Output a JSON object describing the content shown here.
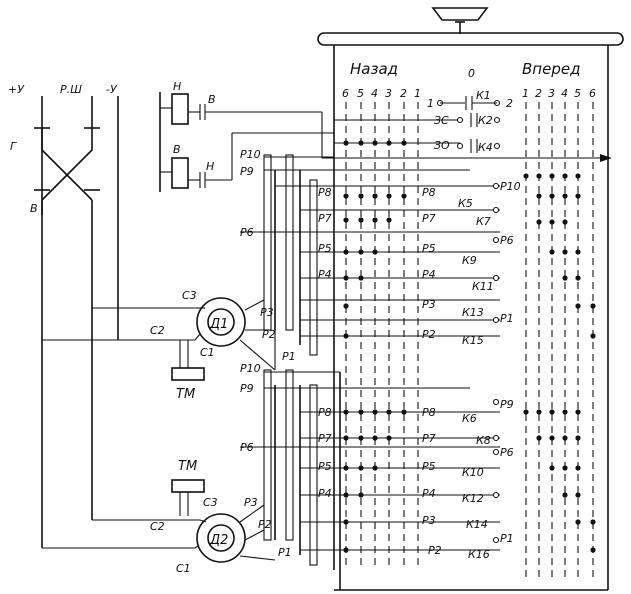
{
  "controller": {
    "back_title": "Назад",
    "forward_title": "Вперед",
    "back_positions": [
      "6",
      "5",
      "4",
      "3",
      "2",
      "1"
    ],
    "forward_positions": [
      "1",
      "2",
      "3",
      "4",
      "5",
      "6"
    ],
    "zero_label": "0",
    "switch_left": "1",
    "switch_right": "2",
    "rows_top": [
      "ЗС",
      "ЗО"
    ],
    "contactors_top": [
      "К1",
      "К2",
      "К4"
    ],
    "contactors_m1": [
      "К5",
      "К7",
      "К9",
      "К11",
      "К13",
      "К15"
    ],
    "contactors_m2": [
      "К6",
      "К8",
      "К10",
      "К12",
      "К14",
      "К16"
    ]
  },
  "lines": {
    "plus_label": "+У",
    "mid_label": "Р.Ш",
    "minus_label": "-У"
  },
  "relays": {
    "r_label": "Г",
    "v_label": "В",
    "coil_n": "Н",
    "coil_v": "В",
    "contact_n": "Н",
    "contact_b": "В"
  },
  "motor1": {
    "name": "Д1",
    "c1": "С1",
    "c2": "С2",
    "c3": "С3",
    "brake": "ТМ",
    "p1": "Р1",
    "p2": "Р2",
    "p3": "Р3",
    "p9": "Р9",
    "p10": "Р10",
    "p6": "Р6",
    "p4": "Р4",
    "p5": "Р5",
    "p7": "Р7",
    "p8": "Р8"
  },
  "motor2": {
    "name": "Д2",
    "c1": "С1",
    "c2": "С2",
    "c3": "С3",
    "brake": "ТМ",
    "p1": "Р1",
    "p2": "Р2",
    "p3": "Р3",
    "p9": "Р9",
    "p10": "Р10",
    "p6": "Р6",
    "p4": "Р4",
    "p5": "Р5",
    "p7": "Р7",
    "p8": "Р8"
  }
}
